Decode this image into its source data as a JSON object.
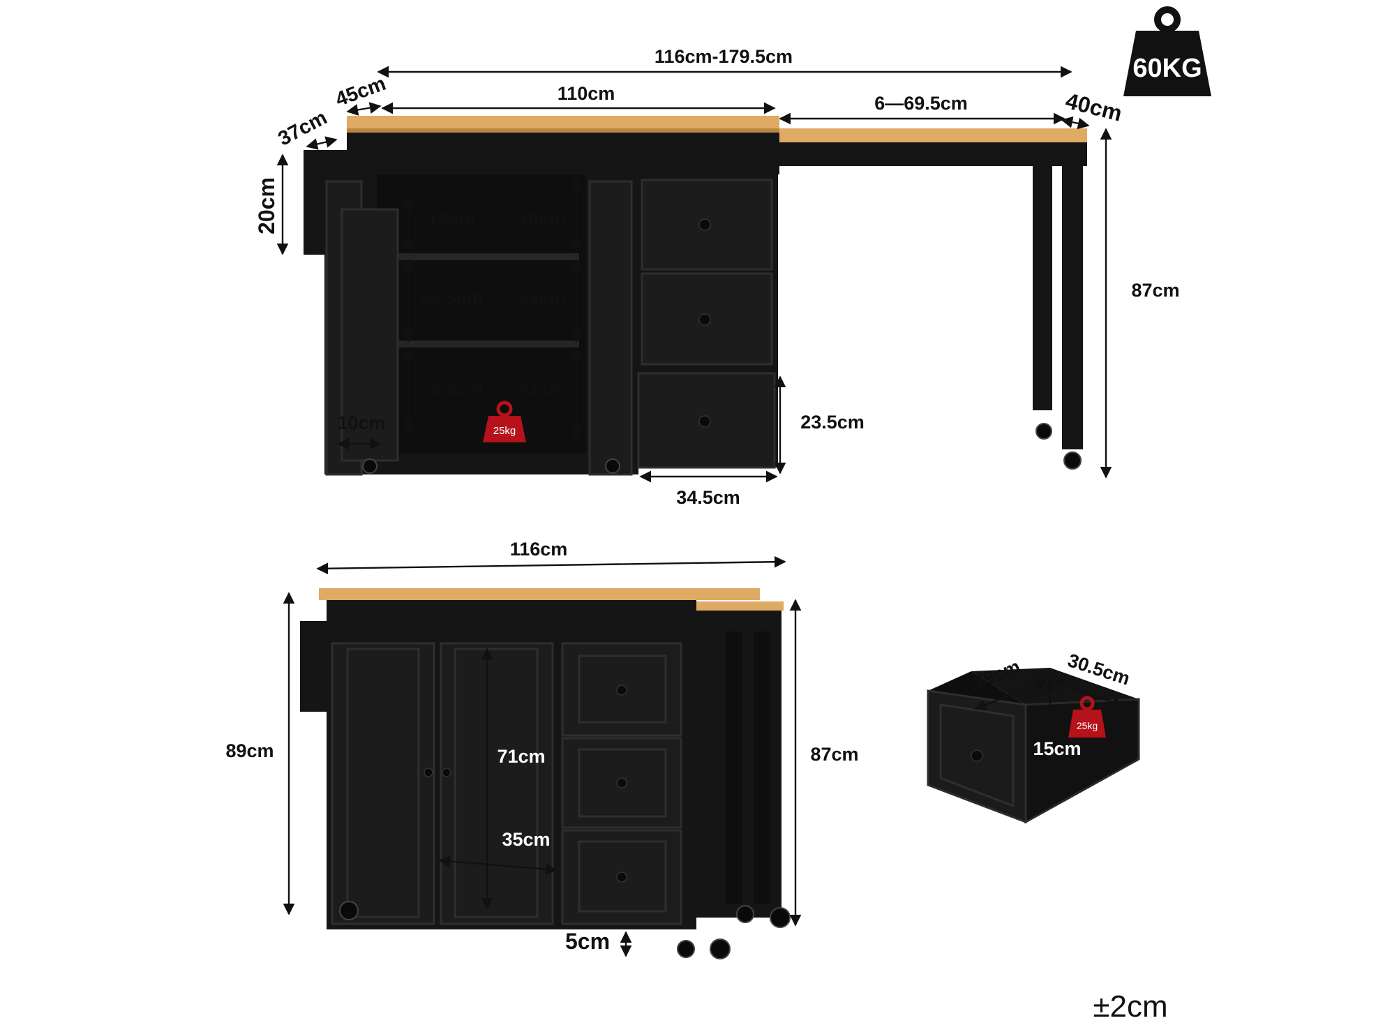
{
  "top_view": {
    "total_length": "116cm-179.5cm",
    "side_depth": "45cm",
    "tray_depth": "37cm",
    "cabinet_width": "110cm",
    "extension": "6—69.5cm",
    "table_depth": "40cm",
    "rack_height": "20cm",
    "height": "87cm",
    "shelf_13": "13cm",
    "shelf_10": "10cm",
    "shelf_225a": "22.5cm",
    "shelf_23a": "23cm",
    "shelf_225b": "22.5cm",
    "shelf_23b": "23cm",
    "rack_width": "10cm",
    "drawer_height": "23.5cm",
    "drawer_width": "34.5cm",
    "shelf_load": "25kg"
  },
  "front_view": {
    "width": "116cm",
    "total_height": "89cm",
    "height": "87cm",
    "door_height": "71cm",
    "door_width": "35cm",
    "wheel_height": "5cm"
  },
  "drawer_detail": {
    "width": "29cm",
    "depth": "30.5cm",
    "height": "15cm",
    "load": "25kg"
  },
  "max_load": "60KG",
  "tolerance": "±2cm",
  "colors": {
    "wood": "#dfaa63",
    "cabinet": "#151515",
    "weight_badge": "#b5121b"
  }
}
